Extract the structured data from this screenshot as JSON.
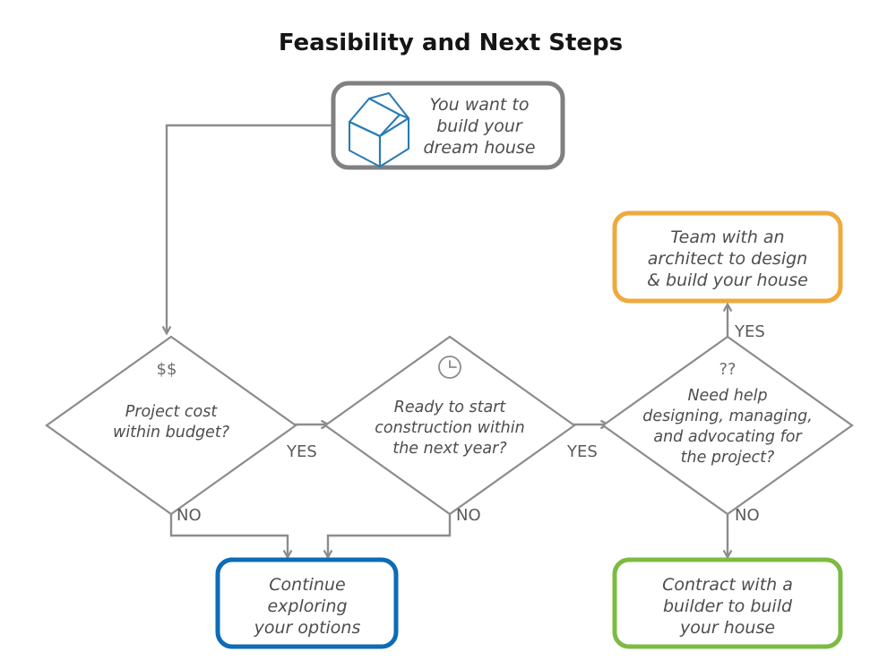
{
  "page": {
    "title": "Feasibility and Next Steps",
    "background_color": "#ffffff"
  },
  "colors": {
    "connector_gray": "#8c8c8c",
    "start_box_border": "#808080",
    "orange": "#eeaa3c",
    "blue": "#0d6cb5",
    "green": "#7cbb42",
    "house_icon_blue": "#2b7cb5",
    "text_gray": "#4d4d4d",
    "title_black": "#151515"
  },
  "nodes": {
    "start": {
      "id": "start-node",
      "icon": "house-icon",
      "border_color": "#808080",
      "lines": [
        "You want to",
        "build your",
        "dream house"
      ]
    },
    "decision_budget": {
      "id": "decision-budget",
      "badge": "$$",
      "badge_icon": "dollar-sign-icon",
      "lines": [
        "Project cost",
        "within budget?"
      ],
      "yes_label": "YES",
      "no_label": "NO"
    },
    "decision_timing": {
      "id": "decision-timing",
      "badge": "",
      "badge_icon": "clock-icon",
      "lines": [
        "Ready to start",
        "construction within",
        "the next year?"
      ],
      "yes_label": "YES",
      "no_label": "NO"
    },
    "decision_help": {
      "id": "decision-help",
      "badge": "??",
      "badge_icon": "question-marks-icon",
      "lines": [
        "Need help",
        "designing, managing,",
        "and advocating for",
        "the project?"
      ],
      "yes_label": "YES",
      "no_label": "NO"
    },
    "outcome_architect": {
      "id": "outcome-architect",
      "border_color": "#eeaa3c",
      "lines": [
        "Team with an",
        "architect to design",
        "& build your house"
      ]
    },
    "outcome_explore": {
      "id": "outcome-explore",
      "border_color": "#0d6cb5",
      "lines": [
        "Continue",
        "exploring",
        "your options"
      ]
    },
    "outcome_builder": {
      "id": "outcome-builder",
      "border_color": "#7cbb42",
      "lines": [
        "Contract with a",
        "builder to build",
        "your house"
      ]
    }
  },
  "edges": [
    {
      "from": "start",
      "to": "decision_budget",
      "label": ""
    },
    {
      "from": "decision_budget",
      "to": "decision_timing",
      "label": "YES"
    },
    {
      "from": "decision_budget",
      "to": "outcome_explore",
      "label": "NO"
    },
    {
      "from": "decision_timing",
      "to": "decision_help",
      "label": "YES"
    },
    {
      "from": "decision_timing",
      "to": "outcome_explore",
      "label": "NO"
    },
    {
      "from": "decision_help",
      "to": "outcome_architect",
      "label": "YES"
    },
    {
      "from": "decision_help",
      "to": "outcome_builder",
      "label": "NO"
    }
  ]
}
